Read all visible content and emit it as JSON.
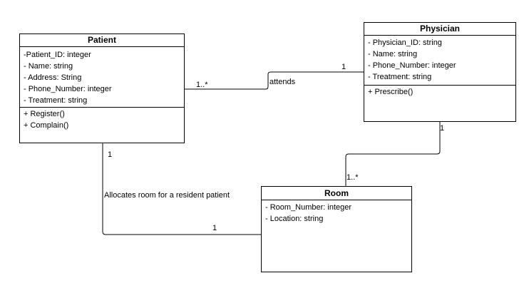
{
  "classes": {
    "patient": {
      "name": "Patient",
      "attributes": [
        "-Patient_ID: integer",
        "- Name: string",
        "- Address: String",
        "- Phone_Number: integer",
        "- Treatment: string"
      ],
      "methods": [
        "+ Register()",
        "+ Complain()"
      ]
    },
    "physician": {
      "name": "Physician",
      "attributes": [
        "- Physician_ID: string",
        "- Name: string",
        "- Phone_Number: integer",
        "- Treatment: string"
      ],
      "methods": [
        "+ Prescribe()"
      ]
    },
    "room": {
      "name": "Room",
      "attributes": [
        "- Room_Number: integer",
        "- Location: string"
      ],
      "methods": []
    }
  },
  "associations": {
    "patient_physician": {
      "label": "attends",
      "patient_multiplicity": "1..*",
      "physician_multiplicity": "1"
    },
    "physician_room": {
      "physician_multiplicity": "1",
      "room_multiplicity": "1..*"
    },
    "patient_room": {
      "label": "Allocates room for a resident patient",
      "patient_multiplicity": "1",
      "room_multiplicity": "1"
    }
  }
}
